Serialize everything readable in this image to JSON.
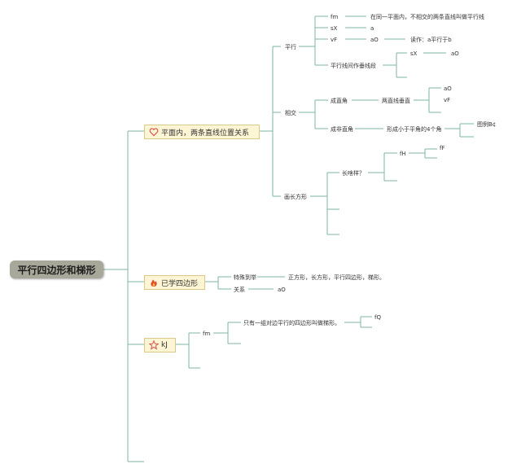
{
  "root": {
    "label": "平行四边形和梯形"
  },
  "branches": [
    {
      "label": "平面内，两条直线位置关系",
      "icon": "heart-icon",
      "icon_color": "#d9534f"
    },
    {
      "label": "已学四边形",
      "icon": "fire-icon",
      "icon_color": "#e0492a"
    },
    {
      "label": "kJ",
      "icon": "star-icon",
      "icon_color": "#d9534f"
    }
  ],
  "nodes": {
    "parallel": "平行",
    "p_fm": "fm",
    "p_fm_text": "在同一平面内，不相交的两条直线叫做平行线",
    "p_sx": "sX",
    "p_sx_val": "a",
    "p_vf": "vF",
    "p_vf_a": "aO",
    "p_vf_read": "读作：a平行于b",
    "p_perp_seg": "平行线间作垂线段",
    "p_seg_sx": "sX",
    "p_seg_ao": "aO",
    "intersect": "相交",
    "right_angle": "成直角",
    "two_perp": "两直线垂直",
    "two_perp_ao": "aO",
    "two_perp_vf": "vF",
    "non_right": "成非直角",
    "four_angles": "形成小于平角的4个角",
    "example": "图例",
    "example_sub": "B¢",
    "draw_rect": "画长方形",
    "how": "长啥样？",
    "fh": "fH",
    "ff": "fF",
    "special": "特殊到举",
    "special_list": "正方形，长方形，平行四边形，梯形。",
    "relation": "关系",
    "relation_ao": "aO",
    "trap_fm": "fm",
    "trap_def": "只有一组对边平行的四边形叫做梯形。",
    "trap_fq": "fQ"
  }
}
